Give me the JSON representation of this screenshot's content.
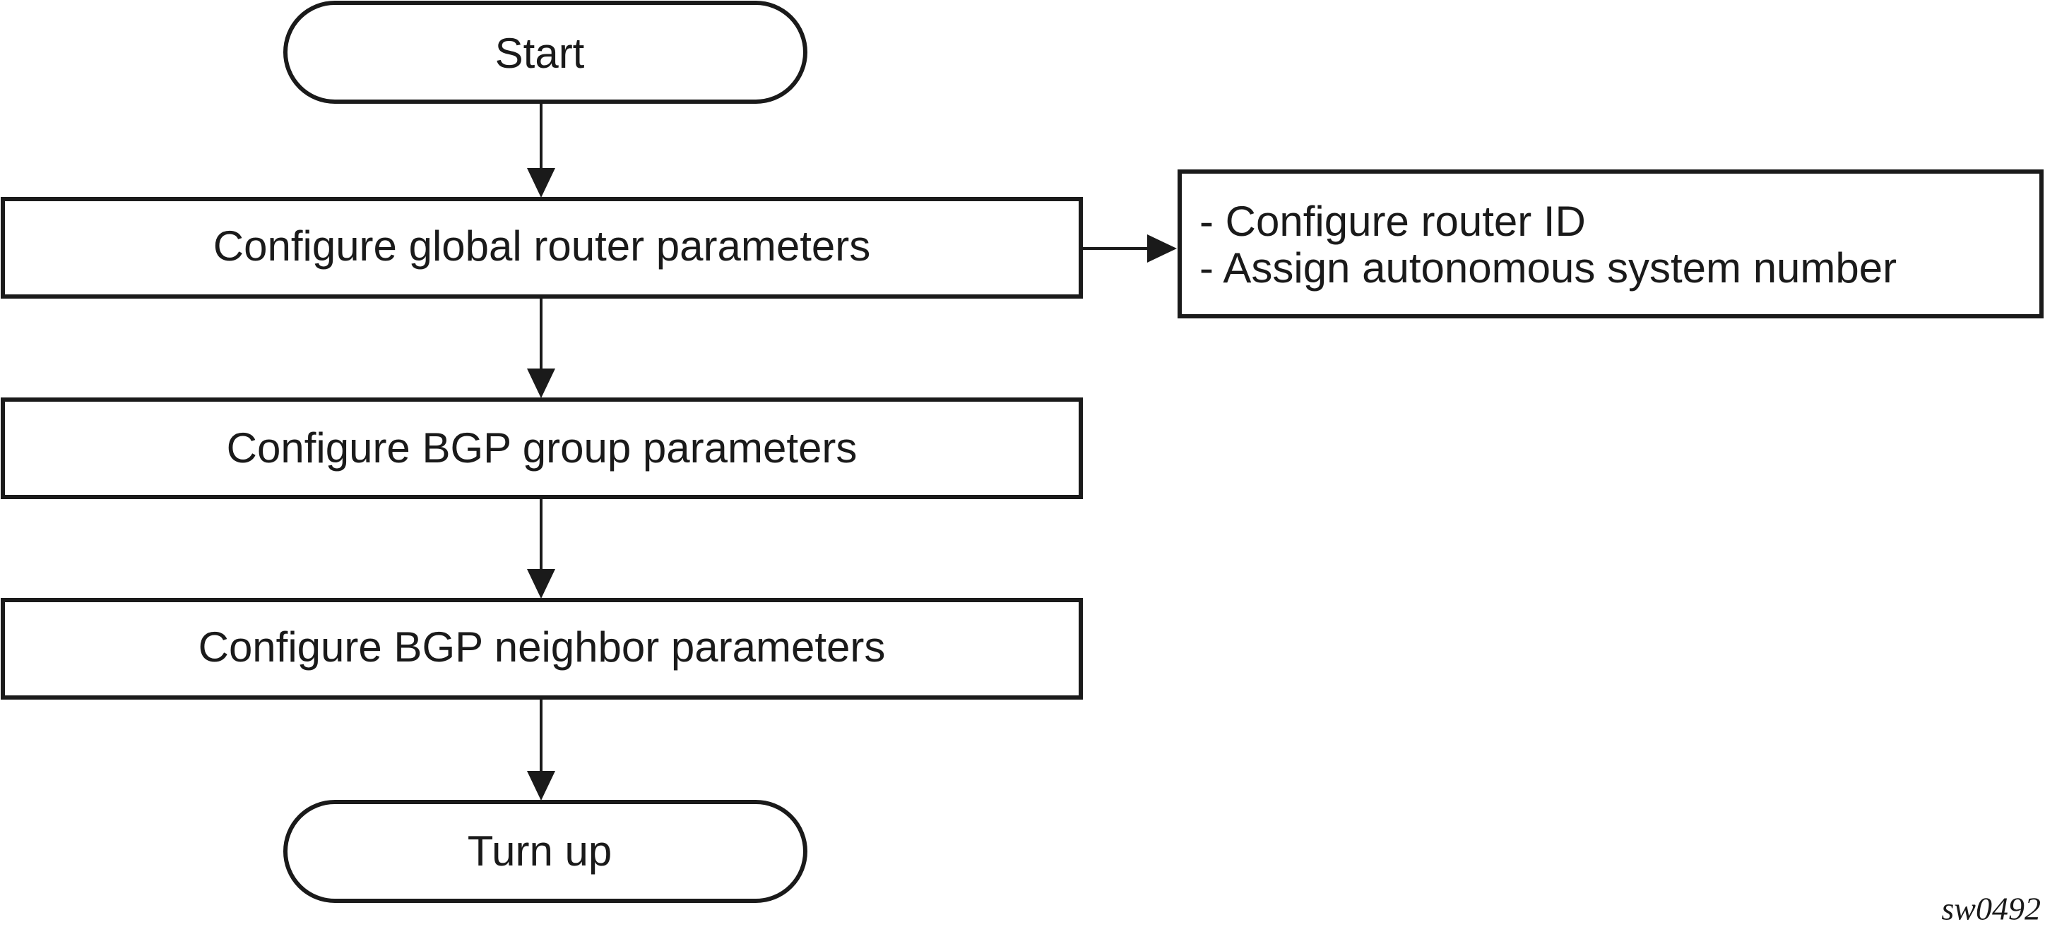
{
  "flowchart": {
    "start": "Start",
    "steps": [
      "Configure global router parameters",
      "Configure BGP group parameters",
      "Configure BGP neighbor parameters"
    ],
    "end": "Turn up",
    "note": {
      "lines": [
        "- Configure router ID",
        "- Assign autonomous system number"
      ]
    }
  },
  "figure_id": "sw0492",
  "colors": {
    "stroke": "#1a1a1a",
    "background": "#ffffff"
  }
}
